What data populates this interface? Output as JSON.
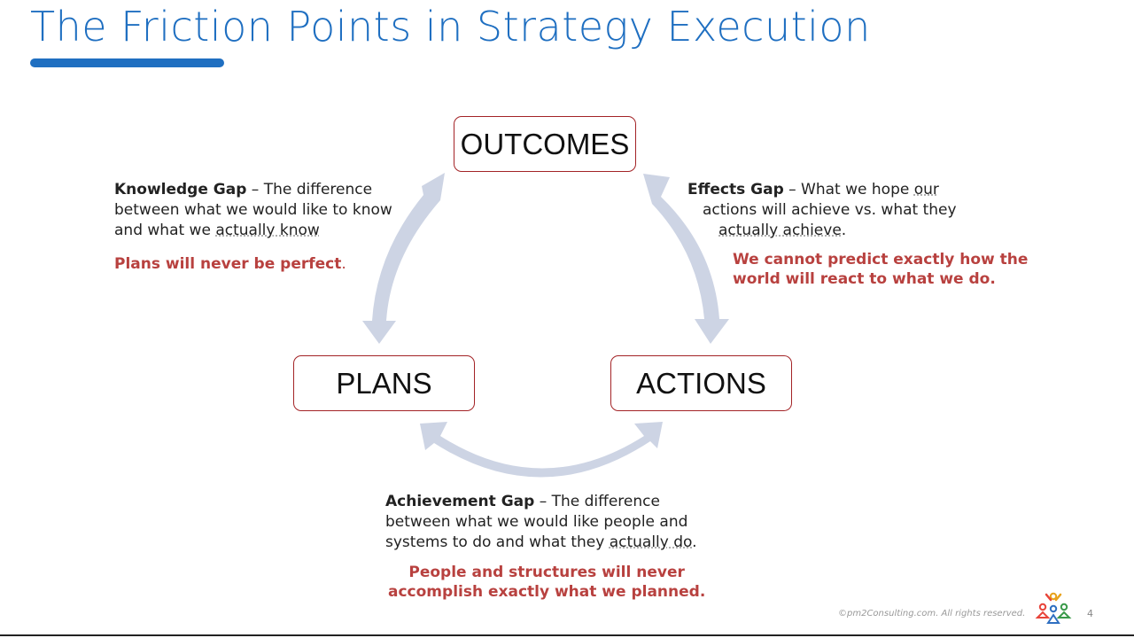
{
  "title": "The Friction Points in Strategy Execution",
  "colors": {
    "title_blue": "#1f6fc1",
    "node_border": "#a32326",
    "accent_red": "#b8413f",
    "arrow_fill": "#cdd4e4"
  },
  "nodes": {
    "outcomes": "OUTCOMES",
    "plans": "PLANS",
    "actions": "ACTIONS"
  },
  "knowledge_gap": {
    "term": "Knowledge Gap",
    "line1": " – The difference",
    "line2": "between what we would like to know",
    "line3a": "and what we ",
    "line3b": "actually know",
    "lead": "Plans will never be perfect",
    "lead_tail": "."
  },
  "effects_gap": {
    "term": "Effects Gap",
    "line1a": " – What we hope ",
    "line1b": "our",
    "line2": "actions will achieve vs. what they",
    "line3a": "actually achieve",
    "line3b": ".",
    "lead1": "We cannot predict exactly how the",
    "lead2": "world will react to what we do."
  },
  "achievement_gap": {
    "term": "Achievement Gap",
    "line1": " – The difference",
    "line2": "between what we would like people and",
    "line3a": "systems to do and what they ",
    "line3b": "actually do",
    "line3c": ".",
    "lead1": "People and structures will never",
    "lead2": "accomplish exactly what we planned."
  },
  "footer": {
    "copyright": "©pm2Consulting.com. All rights reserved.",
    "page": "4",
    "logo_icon": "people-circle-logo-icon"
  }
}
